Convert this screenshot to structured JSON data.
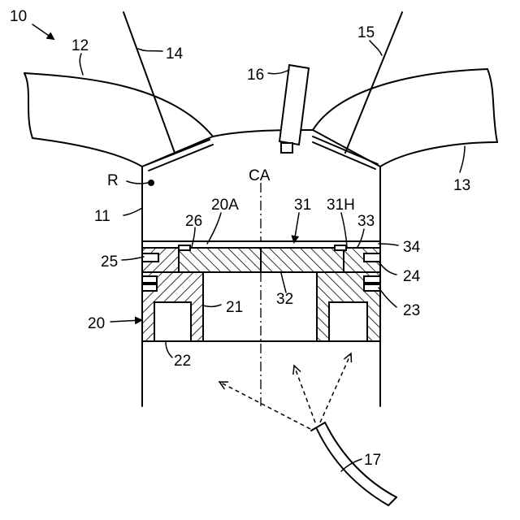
{
  "labels": {
    "assembly": "10",
    "intake_port": "12",
    "exhaust_port": "13",
    "intake_valve": "14",
    "exhaust_valve": "15",
    "spark_plug": "16",
    "oil_jet": "17",
    "cylinder_wall": "11",
    "point_r": "R",
    "center_axis": "CA",
    "piston": "20",
    "piston_top_recess": "20A",
    "inner_boss": "21",
    "cooling_gallery": "22",
    "ring_23": "23",
    "ring_24": "24",
    "ring_25": "25",
    "seal_26": "26",
    "insert_plate": "31",
    "insert_hole": "31H",
    "insert_body": "32",
    "seal_33": "33",
    "ring_34": "34"
  }
}
